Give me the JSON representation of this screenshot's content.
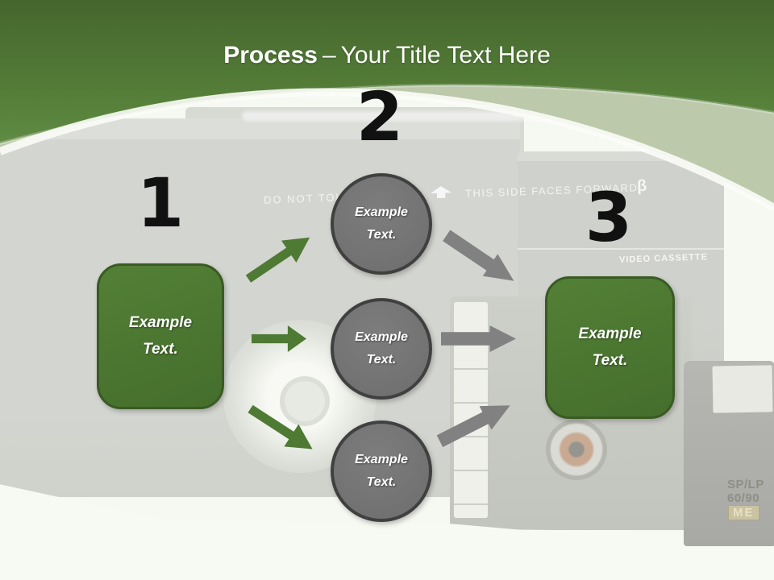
{
  "slide": {
    "title": {
      "emphasis": "Process",
      "dash": "–",
      "rest": "Your Title Text Here"
    }
  },
  "diagram": {
    "numbers": [
      "1",
      "2",
      "3"
    ],
    "start_box": {
      "line1": "Example",
      "line2": "Text."
    },
    "middle_circles": [
      {
        "line1": "Example",
        "line2": "Text."
      },
      {
        "line1": "Example",
        "line2": "Text."
      },
      {
        "line1": "Example",
        "line2": "Text."
      }
    ],
    "end_box": {
      "line1": "Example",
      "line2": "Text."
    }
  },
  "background_photo": {
    "cassette_markings": {
      "do_not_touch": "DO NOT TOU",
      "this_side": "THIS SIDE FACES FORWARD",
      "beta_logo": "β",
      "video_cassette": "VIDEO CASSETTE",
      "speed": "SP/LP",
      "length": "60/90",
      "tape_type": "ME"
    }
  },
  "colors": {
    "header_green_top": "#45662e",
    "header_green_bottom": "#5f8b43",
    "arc_pale_green": "#bcc9ab",
    "shape_green": "#4d7a33",
    "shape_green_border": "#3a5a24",
    "circle_gray": "#767676",
    "circle_gray_border": "#404040",
    "arrow_green": "#4e7a33",
    "arrow_gray": "#818181",
    "number_black": "#111111",
    "text_white": "#ffffff"
  }
}
